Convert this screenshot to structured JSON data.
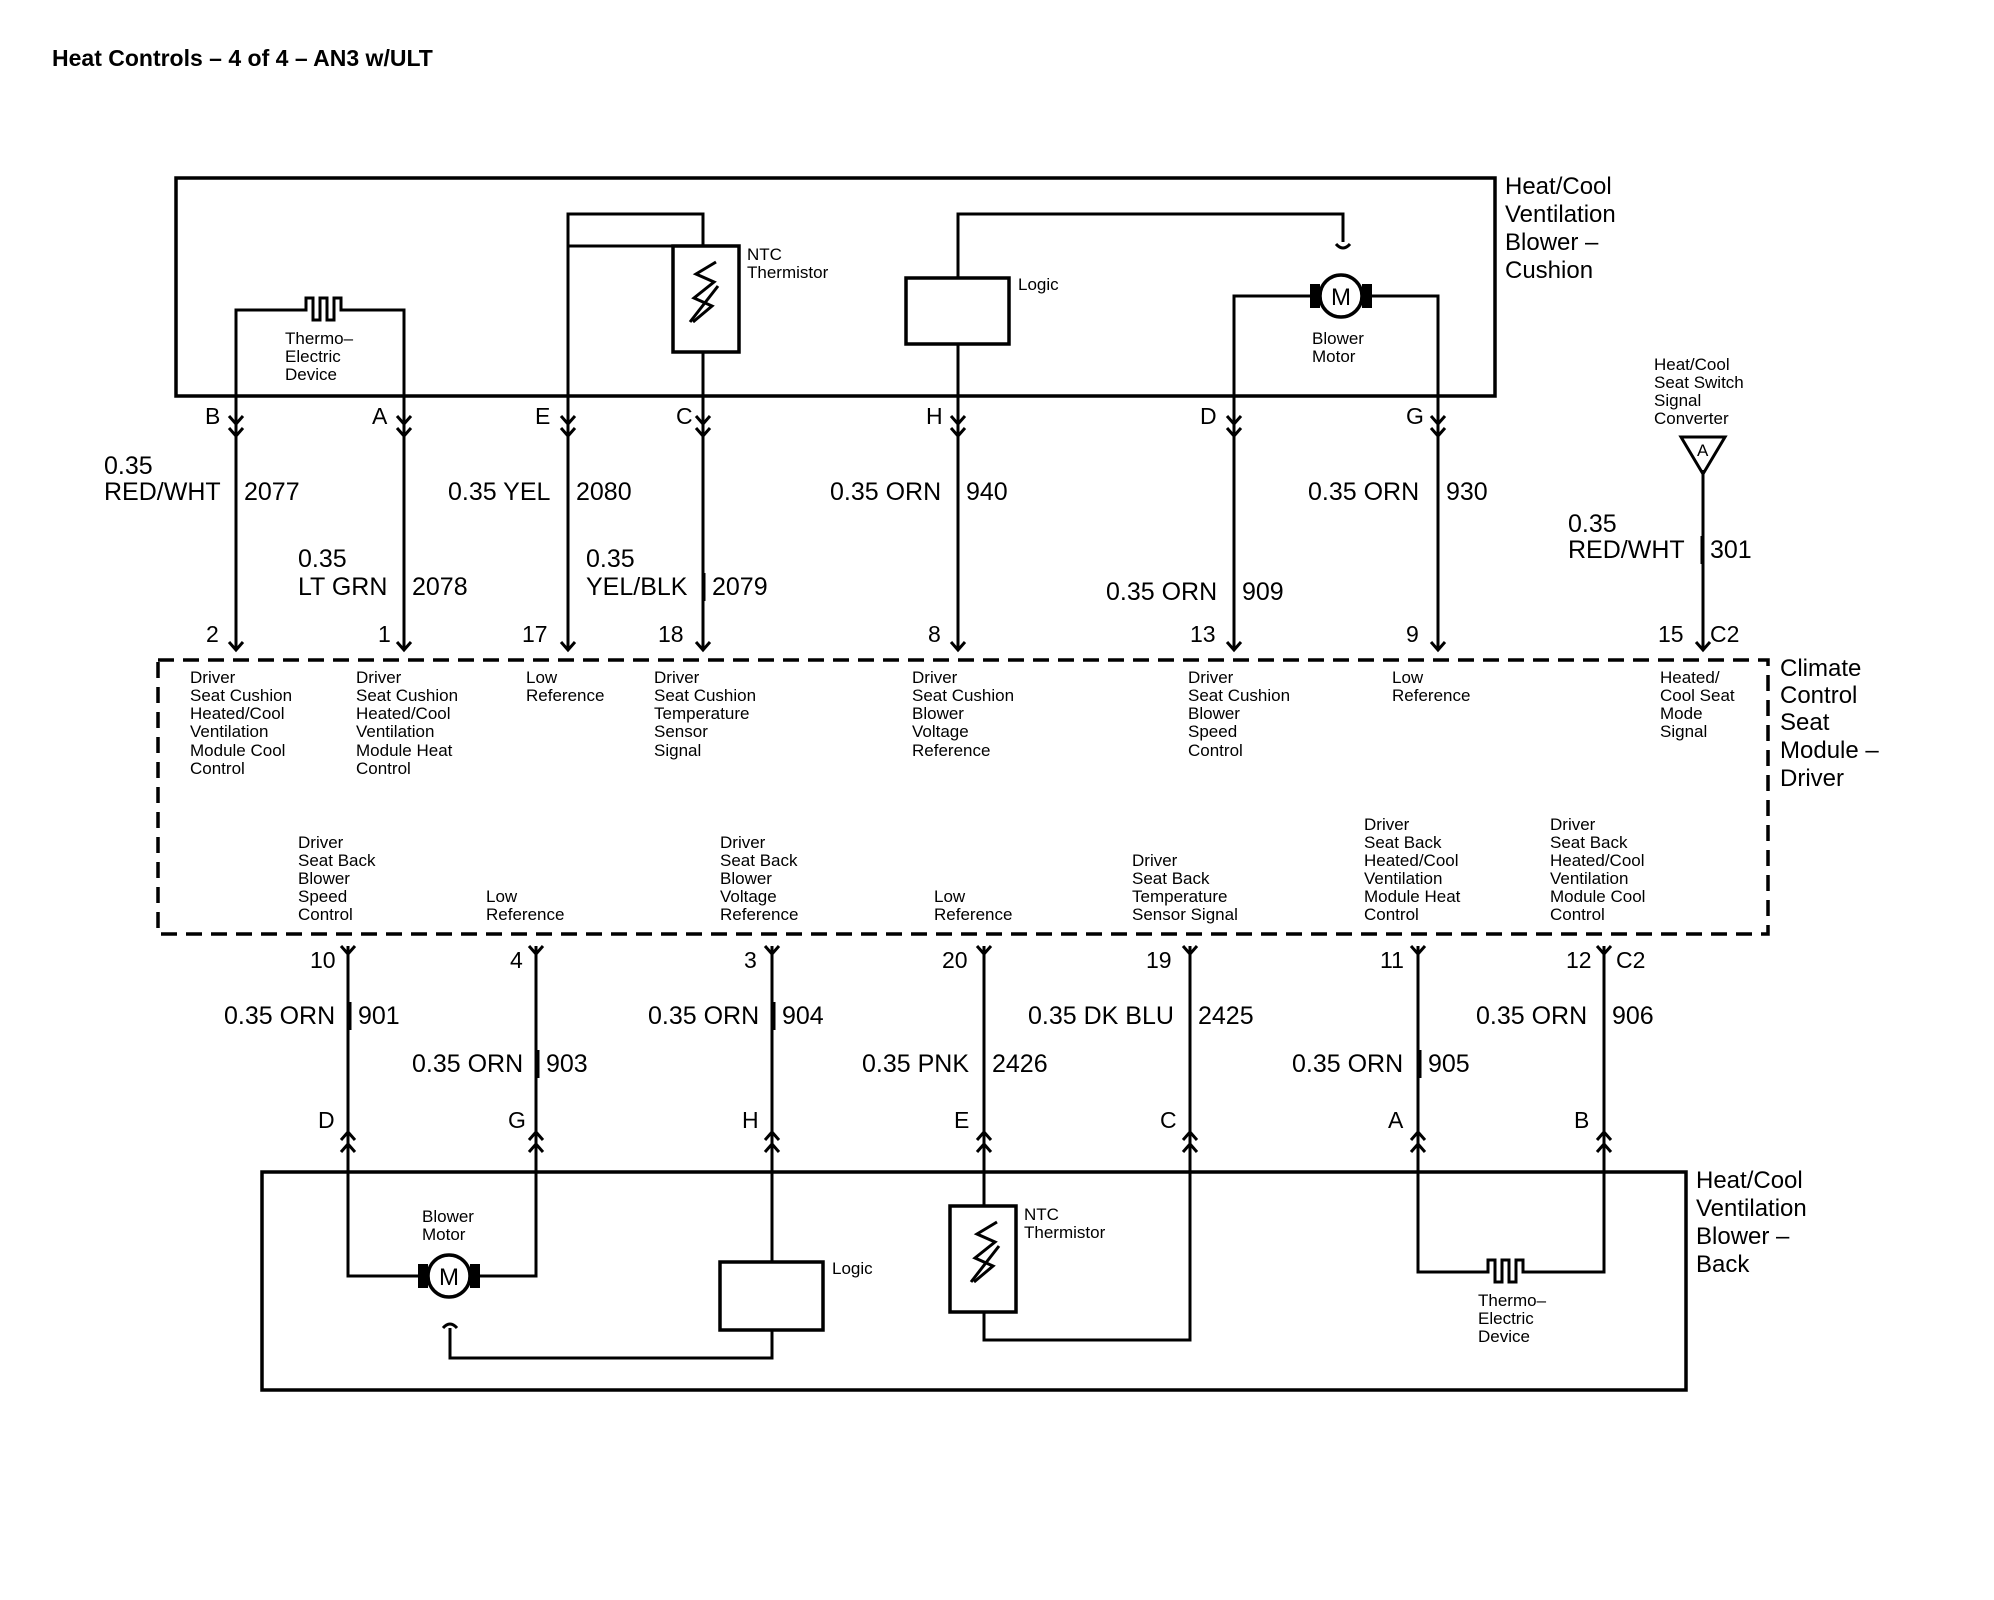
{
  "title": "Heat Controls – 4 of 4 – AN3 w/ULT",
  "cushion_blower": {
    "name": [
      "Heat/Cool",
      "Ventilation",
      "Blower –",
      "Cushion"
    ],
    "thermo": [
      "Thermo–",
      "Electric",
      "Device"
    ],
    "ntc": [
      "NTC",
      "Thermistor"
    ],
    "logic": "Logic",
    "motor": [
      "Blower",
      "Motor"
    ],
    "motor_symbol": "M",
    "pins": {
      "B": "B",
      "A": "A",
      "E": "E",
      "C": "C",
      "H": "H",
      "D": "D",
      "G": "G"
    }
  },
  "switch_converter": {
    "name": [
      "Heat/Cool",
      "Seat Switch",
      "Signal",
      "Converter"
    ],
    "pin": "A"
  },
  "upper_wires": [
    {
      "id": "w2077",
      "gauge": "0.35",
      "color": "RED/WHT",
      "circuit": "2077",
      "module_pin": "2"
    },
    {
      "id": "w2078",
      "gauge": "0.35",
      "color": "LT GRN",
      "circuit": "2078",
      "module_pin": "1"
    },
    {
      "id": "w2080",
      "label": "0.35 YEL",
      "circuit": "2080",
      "module_pin": "17"
    },
    {
      "id": "w2079",
      "gauge": "0.35",
      "color": "YEL/BLK",
      "circuit": "2079",
      "module_pin": "18"
    },
    {
      "id": "w940",
      "label": "0.35 ORN",
      "circuit": "940",
      "module_pin": "8"
    },
    {
      "id": "w909",
      "label": "0.35 ORN",
      "circuit": "909",
      "module_pin": "13"
    },
    {
      "id": "w930",
      "label": "0.35 ORN",
      "circuit": "930",
      "module_pin": "9"
    },
    {
      "id": "w301",
      "gauge": "0.35",
      "color": "RED/WHT",
      "circuit": "301",
      "module_pin": "15",
      "connector": "C2"
    }
  ],
  "module": {
    "name": [
      "Climate",
      "Control",
      "Seat",
      "Module –",
      "Driver"
    ],
    "top_functions": [
      [
        "Driver",
        "Seat Cushion",
        "Heated/Cool",
        "Ventilation",
        "Module Cool",
        "Control"
      ],
      [
        "Driver",
        "Seat Cushion",
        "Heated/Cool",
        "Ventilation",
        "Module Heat",
        "Control"
      ],
      [
        "Low",
        "Reference"
      ],
      [
        "Driver",
        "Seat Cushion",
        "Temperature",
        "Sensor",
        "Signal"
      ],
      [
        "Driver",
        "Seat Cushion",
        "Blower",
        "Voltage",
        "Reference"
      ],
      [
        "Driver",
        "Seat Cushion",
        "Blower",
        "Speed",
        "Control"
      ],
      [
        "Low",
        "Reference"
      ],
      [
        "Heated/",
        "Cool Seat",
        "Mode",
        "Signal"
      ]
    ],
    "bottom_functions": [
      [
        "Driver",
        "Seat Back",
        "Blower",
        "Speed",
        "Control"
      ],
      [
        "Low",
        "Reference"
      ],
      [
        "Driver",
        "Seat Back",
        "Blower",
        "Voltage",
        "Reference"
      ],
      [
        "Low",
        "Reference"
      ],
      [
        "Driver",
        "Seat Back",
        "Temperature",
        "Sensor Signal"
      ],
      [
        "Driver",
        "Seat Back",
        "Heated/Cool",
        "Ventilation",
        "Module Heat",
        "Control"
      ],
      [
        "Driver",
        "Seat Back",
        "Heated/Cool",
        "Ventilation",
        "Module Cool",
        "Control"
      ]
    ]
  },
  "lower_wires": [
    {
      "id": "w901",
      "label": "0.35 ORN",
      "circuit": "901",
      "module_pin": "10",
      "component_pin": "D"
    },
    {
      "id": "w903",
      "label": "0.35 ORN",
      "circuit": "903",
      "module_pin": "4",
      "component_pin": "G"
    },
    {
      "id": "w904",
      "label": "0.35 ORN",
      "circuit": "904",
      "module_pin": "3",
      "component_pin": "H"
    },
    {
      "id": "w2426",
      "label": "0.35 PNK",
      "circuit": "2426",
      "module_pin": "20",
      "component_pin": "E"
    },
    {
      "id": "w2425",
      "label": "0.35 DK BLU",
      "circuit": "2425",
      "module_pin": "19",
      "component_pin": "C"
    },
    {
      "id": "w905",
      "label": "0.35 ORN",
      "circuit": "905",
      "module_pin": "11",
      "component_pin": "A"
    },
    {
      "id": "w906",
      "label": "0.35 ORN",
      "circuit": "906",
      "module_pin": "12",
      "component_pin": "B",
      "connector": "C2"
    }
  ],
  "back_blower": {
    "name": [
      "Heat/Cool",
      "Ventilation",
      "Blower –",
      "Back"
    ],
    "motor": [
      "Blower",
      "Motor"
    ],
    "motor_symbol": "M",
    "logic": "Logic",
    "ntc": [
      "NTC",
      "Thermistor"
    ],
    "thermo": [
      "Thermo–",
      "Electric",
      "Device"
    ]
  }
}
